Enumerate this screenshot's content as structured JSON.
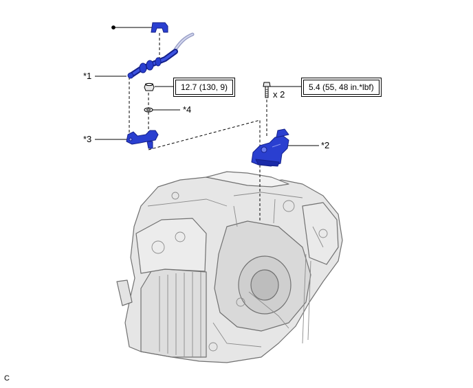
{
  "labels": {
    "part1": "*1",
    "part2": "*2",
    "part3": "*3",
    "part4": "*4",
    "corner": "C",
    "qty": "x 2"
  },
  "specs": {
    "torque_nut": "12.7 (130, 9)",
    "torque_bolt": "5.4 (55, 48 in.*lbf)"
  },
  "colors": {
    "part_blue": "#2a3fd0",
    "part_blue_dark": "#14208a",
    "casting_fill": "#e6e6e6",
    "casting_stroke": "#707070"
  }
}
